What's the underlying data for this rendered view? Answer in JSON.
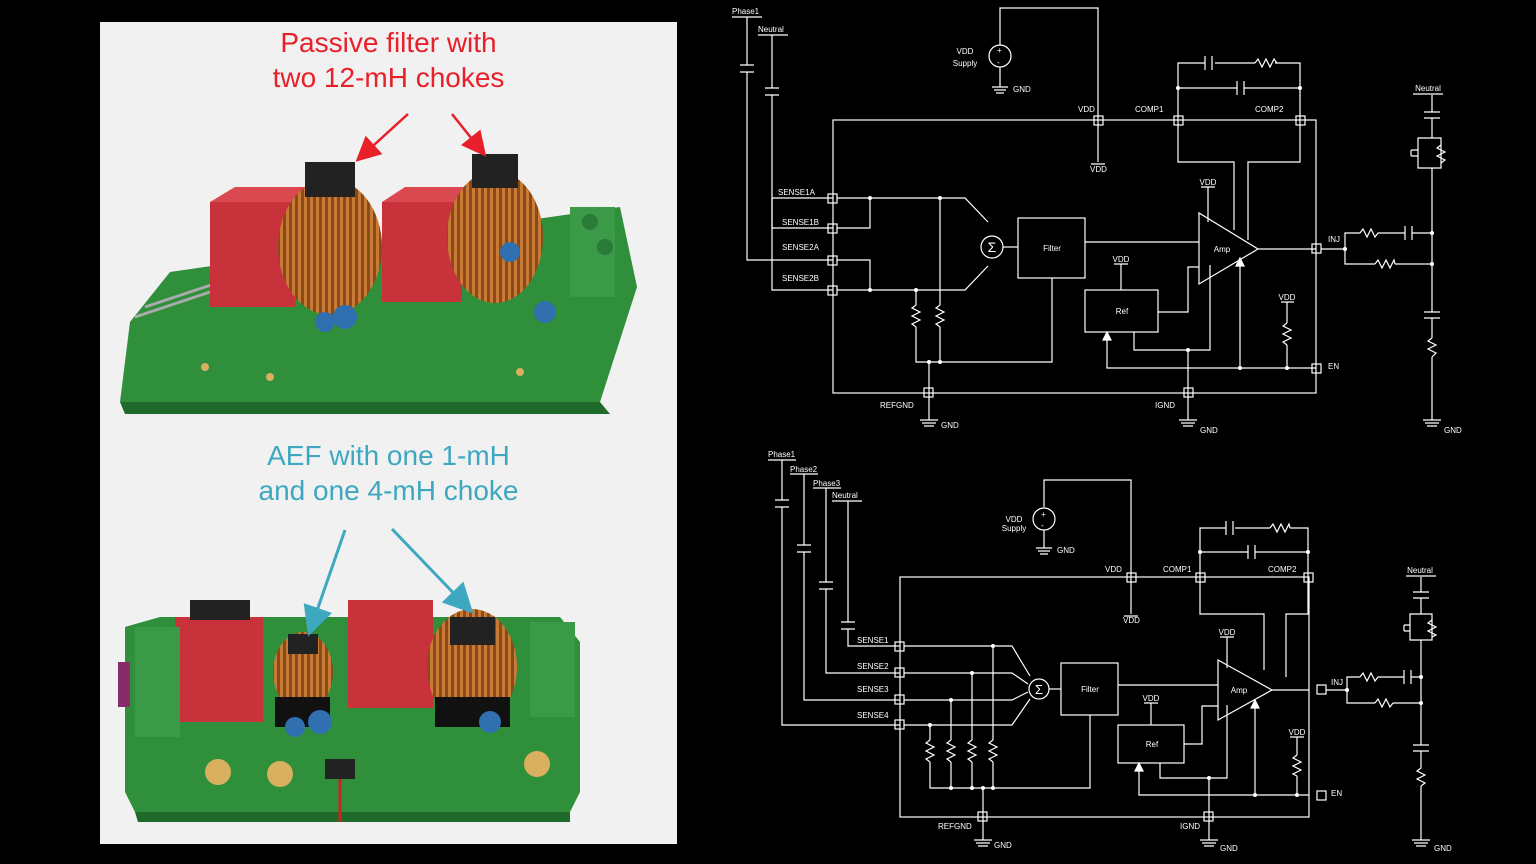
{
  "photos": {
    "passive_caption_line1": "Passive filter with",
    "passive_caption_line2": "two 12-mH chokes",
    "aef_caption_line1": "AEF with one 1-mH",
    "aef_caption_line2": "and one 4-mH choke",
    "colors": {
      "passive": "#e8202a",
      "aef": "#3da8c0",
      "pcb": "#2f8f3a",
      "capacitor_box": "#c8323a"
    }
  },
  "schematic1": {
    "inputs": [
      "Phase1",
      "Neutral"
    ],
    "supply": "VDD\nSupply",
    "gnd": "GND",
    "pins_left": [
      "SENSE1A",
      "SENSE1B",
      "SENSE2A",
      "SENSE2B"
    ],
    "pins_top": [
      "VDD",
      "COMP1",
      "COMP2"
    ],
    "pins_right": [
      "INJ",
      "EN"
    ],
    "pins_bottom": [
      "REFGND",
      "IGND"
    ],
    "blocks": {
      "sum": "Σ",
      "filter": "Filter",
      "amp": "Amp",
      "ref": "Ref"
    },
    "vdd": "VDD",
    "neutral": "Neutral"
  },
  "schematic2": {
    "inputs": [
      "Phase1",
      "Phase2",
      "Phase3",
      "Neutral"
    ],
    "supply": "VDD\nSupply",
    "gnd": "GND",
    "pins_left": [
      "SENSE1",
      "SENSE2",
      "SENSE3",
      "SENSE4"
    ],
    "pins_top": [
      "VDD",
      "COMP1",
      "COMP2"
    ],
    "pins_right": [
      "INJ",
      "EN"
    ],
    "pins_bottom": [
      "REFGND",
      "IGND"
    ],
    "blocks": {
      "sum": "Σ",
      "filter": "Filter",
      "amp": "Amp",
      "ref": "Ref"
    },
    "vdd": "VDD",
    "neutral": "Neutral"
  }
}
